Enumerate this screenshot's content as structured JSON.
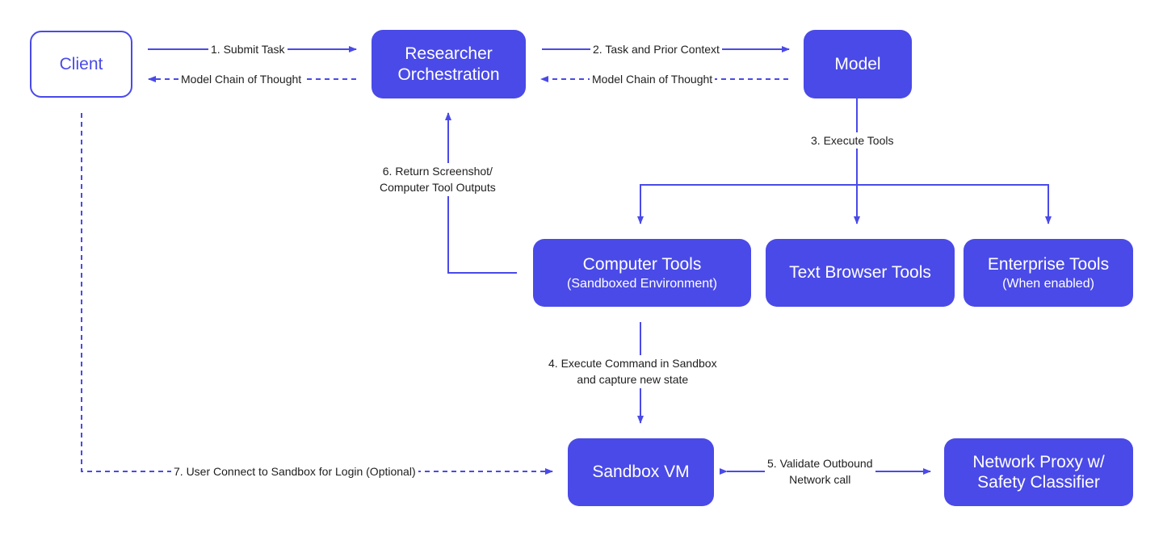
{
  "colors": {
    "accent": "#4a4ae8",
    "text": "#1e1e1e",
    "background": "#ffffff"
  },
  "nodes": {
    "client": {
      "label": "Client"
    },
    "orchestration": {
      "line1": "Researcher",
      "line2": "Orchestration"
    },
    "model": {
      "label": "Model"
    },
    "computer_tools": {
      "label": "Computer Tools",
      "sub": "(Sandboxed Environment)"
    },
    "text_browser_tools": {
      "label": "Text Browser Tools"
    },
    "enterprise_tools": {
      "label": "Enterprise Tools",
      "sub": "(When enabled)"
    },
    "sandbox_vm": {
      "label": "Sandbox VM"
    },
    "network_proxy": {
      "line1": "Network Proxy w/",
      "line2": "Safety Classifier"
    }
  },
  "edges": {
    "submit_task": "1. Submit Task",
    "chain_of_thought_client": "Model Chain of  Thought",
    "task_prior_context": "2. Task and Prior Context",
    "chain_of_thought_model": "Model Chain of  Thought",
    "execute_tools": "3. Execute Tools",
    "execute_command": {
      "line1": "4. Execute Command in Sandbox",
      "line2": "and capture new state"
    },
    "validate_outbound": {
      "line1": "5. Validate Outbound",
      "line2": "Network call"
    },
    "return_screenshot": {
      "line1": "6. Return Screenshot/",
      "line2": "Computer Tool Outputs"
    },
    "user_connect": "7. User Connect to Sandbox for Login (Optional)"
  }
}
